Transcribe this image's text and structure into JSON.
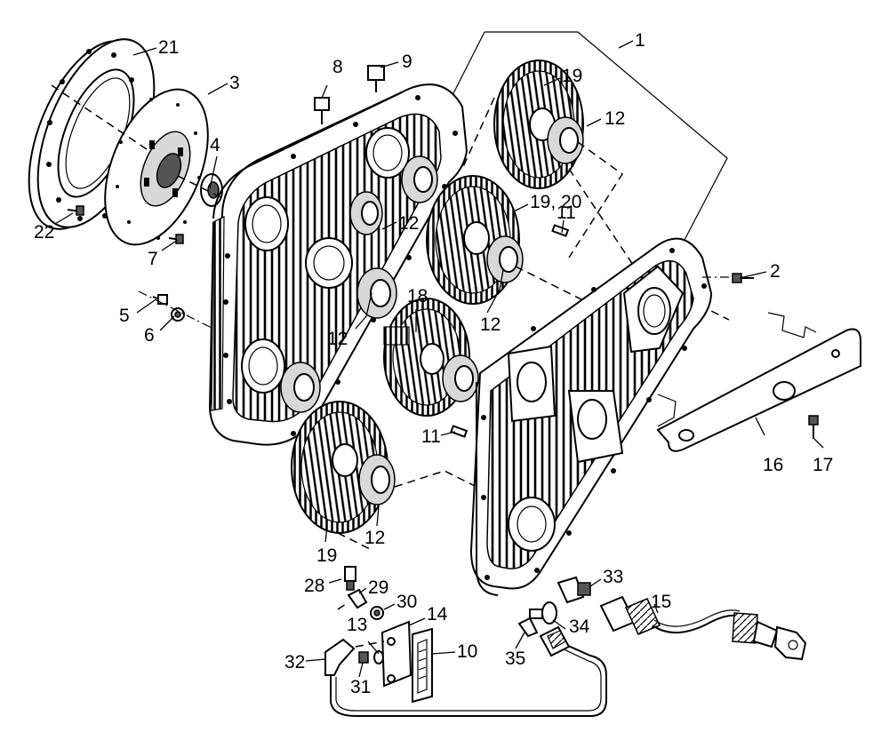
{
  "callouts": [
    {
      "id": "p1",
      "text": "1"
    },
    {
      "id": "p2",
      "text": "2"
    },
    {
      "id": "p3",
      "text": "3"
    },
    {
      "id": "p4",
      "text": "4"
    },
    {
      "id": "p5",
      "text": "5"
    },
    {
      "id": "p6",
      "text": "6"
    },
    {
      "id": "p7",
      "text": "7"
    },
    {
      "id": "p8",
      "text": "8"
    },
    {
      "id": "p9",
      "text": "9"
    },
    {
      "id": "p10",
      "text": "10"
    },
    {
      "id": "p11a",
      "text": "11"
    },
    {
      "id": "p11b",
      "text": "11"
    },
    {
      "id": "p12a",
      "text": "12"
    },
    {
      "id": "p12b",
      "text": "12"
    },
    {
      "id": "p12c",
      "text": "12"
    },
    {
      "id": "p12d",
      "text": "12"
    },
    {
      "id": "p12e",
      "text": "12"
    },
    {
      "id": "p13",
      "text": "13"
    },
    {
      "id": "p14",
      "text": "14"
    },
    {
      "id": "p15",
      "text": "15"
    },
    {
      "id": "p16",
      "text": "16"
    },
    {
      "id": "p17",
      "text": "17"
    },
    {
      "id": "p18",
      "text": "18"
    },
    {
      "id": "p19a",
      "text": "19"
    },
    {
      "id": "p19b",
      "text": "19"
    },
    {
      "id": "p1920",
      "text": "19, 20"
    },
    {
      "id": "p21",
      "text": "21"
    },
    {
      "id": "p22",
      "text": "22"
    },
    {
      "id": "p28",
      "text": "28"
    },
    {
      "id": "p29",
      "text": "29"
    },
    {
      "id": "p30",
      "text": "30"
    },
    {
      "id": "p31",
      "text": "31"
    },
    {
      "id": "p32",
      "text": "32"
    },
    {
      "id": "p33",
      "text": "33"
    },
    {
      "id": "p34",
      "text": "34"
    },
    {
      "id": "p35",
      "text": "35"
    }
  ]
}
